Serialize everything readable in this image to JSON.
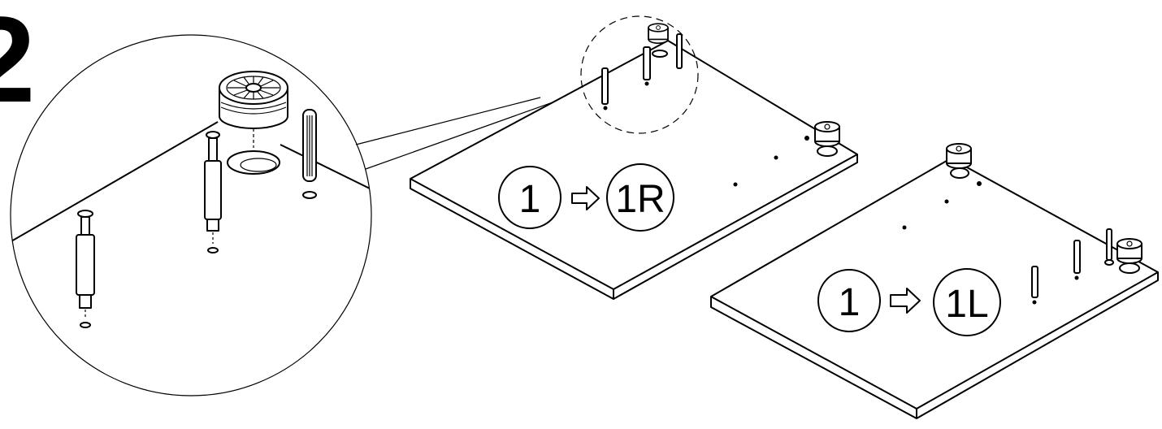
{
  "step": {
    "number": "2"
  },
  "panel_right": {
    "from": "1",
    "to": "1R"
  },
  "panel_left": {
    "from": "1",
    "to": "1L"
  },
  "colors": {
    "ink": "#000000",
    "paper": "#ffffff"
  },
  "icons": {
    "arrow": "hollow-right-arrow-icon"
  }
}
